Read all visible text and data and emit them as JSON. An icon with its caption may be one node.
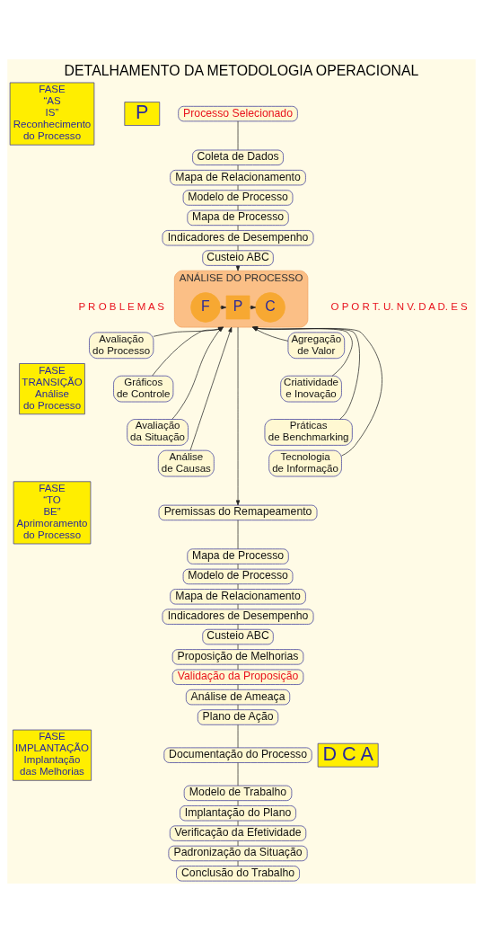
{
  "diagram": {
    "title": "DETALHAMENTO DA METODOLOGIA OPERACIONAL",
    "nodes": [
      {
        "text": [
          "FASE “AS IS”",
          "Reconhecimento do Processo"
        ]
      },
      {
        "text": [
          "P"
        ]
      },
      {
        "text": [
          "Processo Selecionado"
        ]
      },
      {
        "text": [
          "Coleta de Dados"
        ]
      },
      {
        "text": [
          "Mapa de Relacionamento"
        ]
      },
      {
        "text": [
          "Modelo de Processo"
        ]
      },
      {
        "text": [
          "Mapa de Processo"
        ]
      },
      {
        "text": [
          "Indicadores de Desempenho"
        ]
      },
      {
        "text": [
          "Custeio ABC"
        ]
      },
      {
        "text": [
          "FASE TRANSIÇÃO",
          "Análise do Processo"
        ]
      },
      {
        "text": [
          "Avaliação do Processo"
        ]
      },
      {
        "text": [
          "Gráficos de Controle"
        ]
      },
      {
        "text": [
          "Avaliação da Situação"
        ]
      },
      {
        "text": [
          "Análise de Causas"
        ]
      },
      {
        "text": [
          "ANÁLISE DO PROCESSO"
        ]
      },
      {
        "text": [
          "F"
        ],
        "in": 14
      },
      {
        "text": [
          "P"
        ],
        "in": 14
      },
      {
        "text": [
          "C"
        ],
        "in": 14
      },
      {
        "text": [
          "Agregação de Valor"
        ]
      },
      {
        "text": [
          "Criatividade e Inovação"
        ]
      },
      {
        "text": [
          "Práticas de Benchmarking"
        ]
      },
      {
        "text": [
          "Tecnologia de Informação"
        ]
      },
      {
        "text": [
          "FASE “TO BE”",
          "Aprimoramento do Processo"
        ]
      },
      {
        "text": [
          "Premissas do Remapeamento"
        ]
      },
      {
        "text": [
          "Mapa de Processo"
        ]
      },
      {
        "text": [
          "Modelo de Processo"
        ]
      },
      {
        "text": [
          "Mapa de Relacionamento"
        ]
      },
      {
        "text": [
          "Indicadores de Desempenho"
        ]
      },
      {
        "text": [
          "Custeio ABC"
        ]
      },
      {
        "text": [
          "Proposição de Melhorias"
        ]
      },
      {
        "text": [
          "Validação da Proposição"
        ]
      },
      {
        "text": [
          "Análise de Ameaça"
        ]
      },
      {
        "text": [
          "Plano de Ação"
        ]
      },
      {
        "text": [
          "FASE IMPLANTAÇÃO",
          "Implantação das Melhorias"
        ]
      },
      {
        "text": [
          "D C A"
        ]
      },
      {
        "text": [
          "Documentação do Processo"
        ]
      },
      {
        "text": [
          "Modelo de Trabalho"
        ]
      },
      {
        "text": [
          "Implantação do Plano"
        ]
      },
      {
        "text": [
          "Verificação da Efetividade"
        ]
      },
      {
        "text": [
          "Padronização da Situação"
        ]
      },
      {
        "text": [
          "Conclusão do Trabalho"
        ]
      }
    ],
    "edges": [
      {
        "from": 2,
        "to": 3,
        "arrow": "none"
      },
      {
        "from": 3,
        "to": 4,
        "arrow": "none"
      },
      {
        "from": 4,
        "to": 5,
        "arrow": "none"
      },
      {
        "from": 5,
        "to": 6,
        "arrow": "none"
      },
      {
        "from": 6,
        "to": 7,
        "arrow": "none"
      },
      {
        "from": 7,
        "to": 8,
        "arrow": "none"
      },
      {
        "from": 8,
        "to": 14,
        "arrow": "to"
      },
      {
        "from": 10,
        "to": 14,
        "arrow": "to"
      },
      {
        "from": 11,
        "to": 14,
        "arrow": "to"
      },
      {
        "from": 12,
        "to": 14,
        "arrow": "to"
      },
      {
        "from": 13,
        "to": 14,
        "arrow": "to"
      },
      {
        "from": 15,
        "to": 16,
        "arrow": "to"
      },
      {
        "from": 16,
        "to": 17,
        "arrow": "to"
      },
      {
        "from": 18,
        "to": 14,
        "arrow": "to"
      },
      {
        "from": 19,
        "to": 14,
        "arrow": "to"
      },
      {
        "from": 20,
        "to": 14,
        "arrow": "to"
      },
      {
        "from": 21,
        "to": 14,
        "arrow": "to"
      },
      {
        "from": 14,
        "to": 23,
        "arrow": "to"
      },
      {
        "from": 23,
        "to": 24,
        "arrow": "none"
      },
      {
        "from": 24,
        "to": 25,
        "arrow": "none"
      },
      {
        "from": 25,
        "to": 26,
        "arrow": "none"
      },
      {
        "from": 26,
        "to": 27,
        "arrow": "none"
      },
      {
        "from": 27,
        "to": 28,
        "arrow": "none"
      },
      {
        "from": 28,
        "to": 29,
        "arrow": "none"
      },
      {
        "from": 29,
        "to": 30,
        "arrow": "none"
      },
      {
        "from": 30,
        "to": 31,
        "arrow": "none"
      },
      {
        "from": 31,
        "to": 32,
        "arrow": "none"
      },
      {
        "from": 32,
        "to": 35,
        "arrow": "none"
      },
      {
        "from": 35,
        "to": 36,
        "arrow": "none"
      },
      {
        "from": 36,
        "to": 37,
        "arrow": "none"
      },
      {
        "from": 37,
        "to": 38,
        "arrow": "none"
      },
      {
        "from": 38,
        "to": 39,
        "arrow": "none"
      },
      {
        "from": 39,
        "to": 40,
        "arrow": "none"
      }
    ],
    "labels": [
      "P R O B L E M A S",
      "O P O R T. U. N V. D A D. E S"
    ]
  }
}
